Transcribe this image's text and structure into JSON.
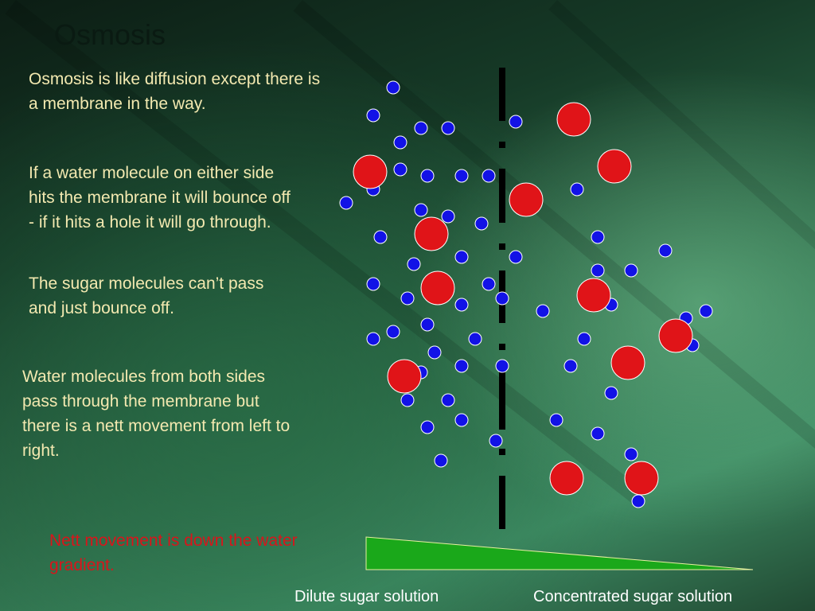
{
  "slide": {
    "title": "Osmosis",
    "para1": "Osmosis is like diffusion except there is a membrane in the way.",
    "para2": "If a water molecule on either side hits the membrane it will bounce off - if it hits a hole it will go through.",
    "para3": "The sugar molecules can’t pass and just bounce off.",
    "para4": "Water molecules from both sides pass through the membrane but there is a nett movement from left to right.",
    "para5": "Nett movement is down the water gradient.",
    "label_left": "Dilute sugar solution",
    "label_right": "Concentrated sugar solution"
  },
  "colors": {
    "water": "#1212e6",
    "sugar": "#e01418",
    "membrane": "#000000",
    "gradient": "#1aa81a",
    "body_text": "#f3e9b0",
    "highlight_text": "#d8151b"
  }
}
